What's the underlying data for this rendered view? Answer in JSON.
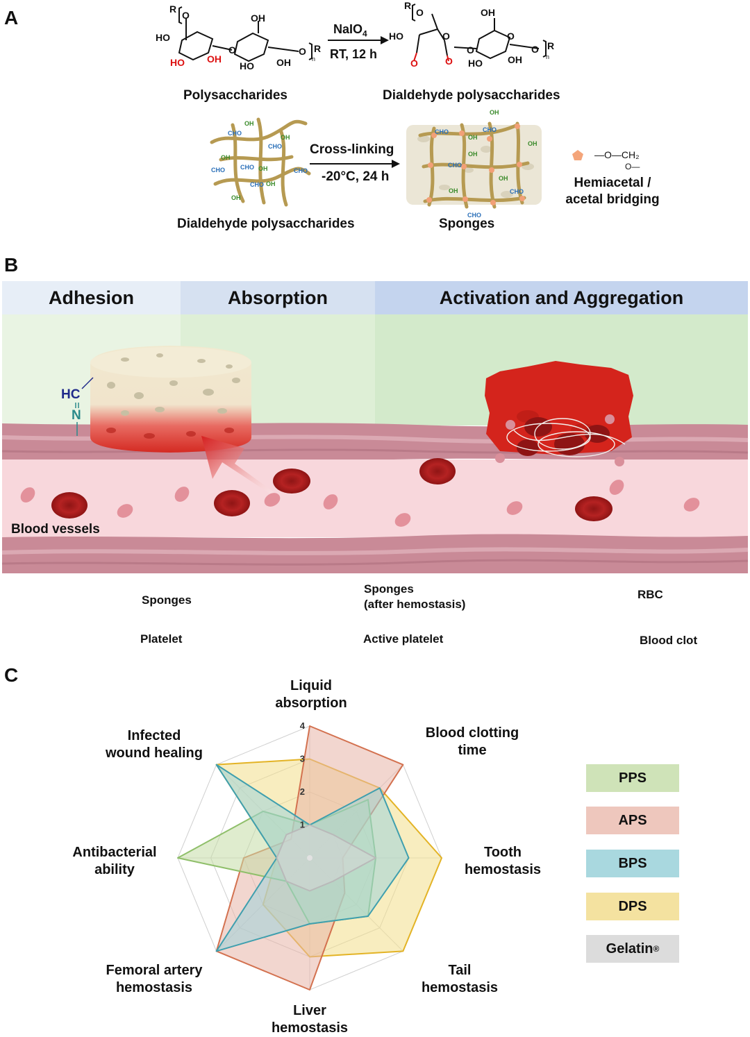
{
  "panels": {
    "a": "A",
    "b": "B",
    "c": "C"
  },
  "panel_a": {
    "reagent": "NaIO",
    "reagent_sub": "4",
    "conditions": "RT, 12 h",
    "left_name": "Polysaccharides",
    "right_name": "Dialdehyde polysaccharides",
    "crosslink_label": "Cross-linking",
    "crosslink_cond": "-20°C, 24 h",
    "network_name": "Dialdehyde polysaccharides",
    "sponge_name": "Sponges",
    "bridge_line1": "Hemiacetal /",
    "bridge_line2": "acetal bridging",
    "bridge_formula": "—O—CH₂",
    "bridge_formula2": "O—",
    "chem": {
      "ho": "HO",
      "oh": "OH",
      "o": "O",
      "r": "R",
      "n": "n",
      "cho": "CHO",
      "hc": "HC",
      "n_atom": "N"
    }
  },
  "panel_b": {
    "headers": [
      "Adhesion",
      "Absorption",
      "Activation and Aggregation"
    ],
    "vessel_label": "Blood vessels",
    "legend": {
      "sponges": "Sponges",
      "sponges_after_1": "Sponges",
      "sponges_after_2": "(after hemostasis)",
      "rbc": "RBC",
      "platelet": "Platelet",
      "active_platelet": "Active platelet",
      "blood_clot": "Blood clot"
    }
  },
  "panel_c": {
    "axis_labels": [
      [
        "Liquid",
        "absorption"
      ],
      [
        "Blood clotting",
        "time"
      ],
      [
        "Tooth",
        "hemostasis"
      ],
      [
        "Tail",
        "hemostasis"
      ],
      [
        "Liver",
        "hemostasis"
      ],
      [
        "Femoral artery",
        "hemostasis"
      ],
      [
        "Antibacterial",
        "ability"
      ],
      [
        "Infected",
        "wound healing"
      ]
    ],
    "tick_labels": [
      "1",
      "2",
      "3",
      "4"
    ],
    "legend": [
      "PPS",
      "APS",
      "BPS",
      "DPS",
      "Gelatin"
    ],
    "legend_sup": "®"
  },
  "chart_data": {
    "type": "radar",
    "axes": [
      "Liquid absorption",
      "Blood clotting time",
      "Tooth hemostasis",
      "Tail hemostasis",
      "Liver hemostasis",
      "Femoral artery hemostasis",
      "Antibacterial ability",
      "Infected wound healing"
    ],
    "rlim": [
      0,
      4
    ],
    "ticks": [
      1,
      2,
      3,
      4
    ],
    "series": [
      {
        "name": "PPS",
        "values": [
          1,
          2.5,
          2,
          2.5,
          2,
          1,
          4,
          2
        ],
        "color": "#c5dca5",
        "stroke": "#8fbf6a"
      },
      {
        "name": "APS",
        "values": [
          4,
          4,
          1,
          1.5,
          4,
          4,
          2,
          0.8
        ],
        "color": "#e8b4a8",
        "stroke": "#d3714f"
      },
      {
        "name": "BPS",
        "values": [
          1,
          3,
          3,
          2.5,
          2,
          4,
          1,
          4
        ],
        "color": "#9fd3da",
        "stroke": "#3f9fae"
      },
      {
        "name": "DPS",
        "values": [
          3,
          3,
          4,
          4,
          3,
          2,
          1,
          4
        ],
        "color": "#f3de8a",
        "stroke": "#e3b325"
      },
      {
        "name": "Gelatin®",
        "values": [
          1,
          1,
          2,
          1,
          1,
          1,
          1,
          1
        ],
        "color": "#d6d6d6",
        "stroke": "#b9b9b9"
      }
    ],
    "grid": true
  }
}
